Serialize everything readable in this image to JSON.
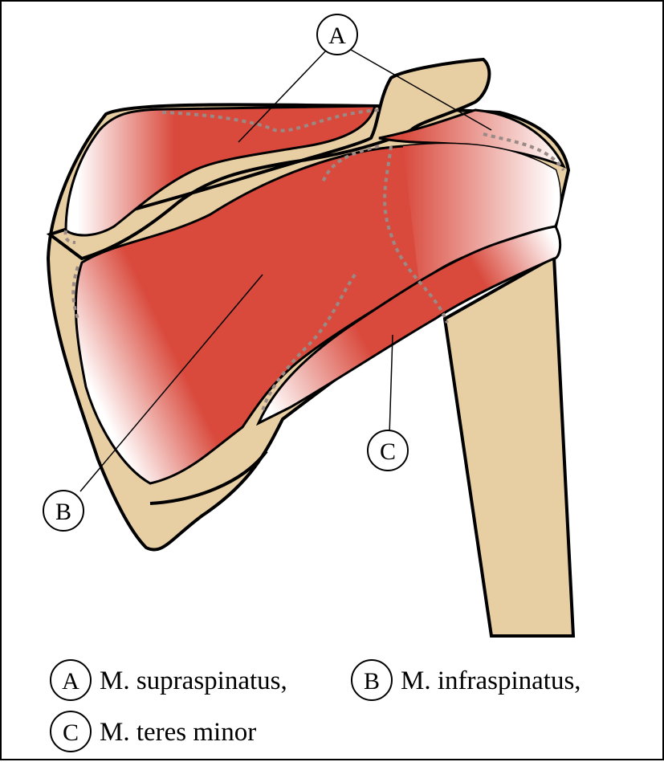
{
  "diagram": {
    "markers": {
      "a": "A",
      "b": "B",
      "c": "C"
    },
    "legend": [
      {
        "marker": "A",
        "text": "M. supraspinatus,"
      },
      {
        "marker": "B",
        "text": "M. infraspinatus,"
      },
      {
        "marker": "C",
        "text": "M. teres minor"
      }
    ],
    "colors": {
      "bone": "#e8ceA3",
      "muscle": "#d94a3d",
      "muscle_fade": "#ffffff",
      "outline": "#000000",
      "hidden_border": "#9a8a86"
    }
  }
}
